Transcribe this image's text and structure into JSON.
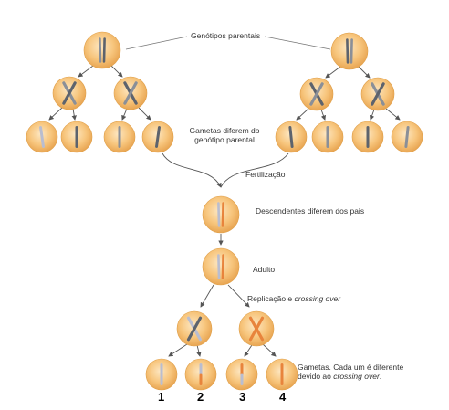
{
  "labels": {
    "parental_genotypes": "Genótipos parentais",
    "gametes_differ_line1": "Gametas diferem do",
    "gametes_differ_line2": "genótipo parental",
    "fertilization": "Fertilização",
    "offspring_differ": "Descendentes diferem dos pais",
    "adult": "Adulto",
    "replication_prefix": "Replicação e ",
    "replication_italic": "crossing over",
    "gametes_line1": "Gametas. Cada um é diferente",
    "gametes_line2_prefix": "devido ao ",
    "gametes_line2_italic": "crossing over",
    "gametes_line2_suffix": "."
  },
  "gamete_numbers": [
    "1",
    "2",
    "3",
    "4"
  ],
  "colors": {
    "cell_fill": "#f6c57a",
    "cell_center": "#fbe2b6",
    "cell_edge": "#e0a04a",
    "chromosome_gray": "#8a8f98",
    "chromosome_dark": "#5d636d",
    "chromosome_orange": "#e8843c",
    "chromosome_light": "#b9bdd0",
    "arrow": "#555555"
  }
}
